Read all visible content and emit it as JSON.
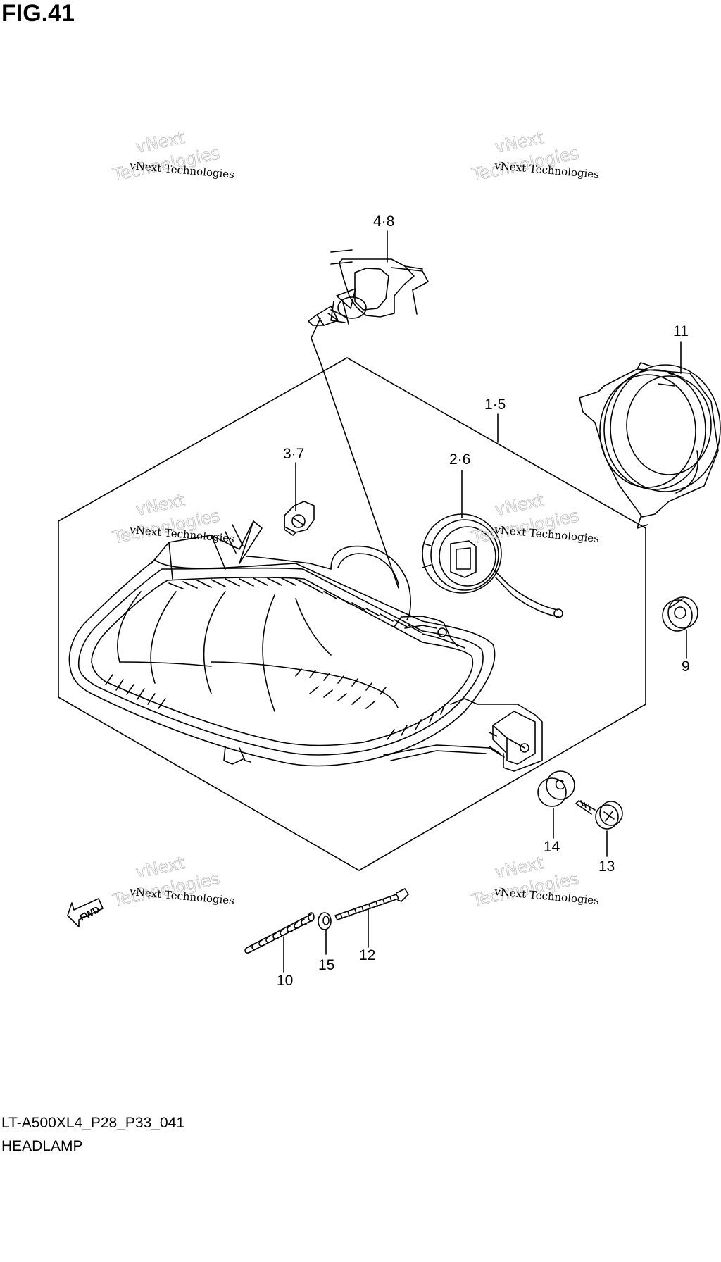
{
  "figure": {
    "title": "FIG.41",
    "model_code": "LT-A500XL4_P28_P33_041",
    "part_group": "HEADLAMP"
  },
  "watermark": {
    "line1": "vNext Technologies",
    "line2": "vNext",
    "line3": "Technologies"
  },
  "direction_arrow": {
    "text": "FWD"
  },
  "callouts": [
    {
      "id": "c-4-8",
      "text": "4·8"
    },
    {
      "id": "c-1-5",
      "text": "1·5"
    },
    {
      "id": "c-11",
      "text": "11"
    },
    {
      "id": "c-3-7",
      "text": "3·7"
    },
    {
      "id": "c-2-6",
      "text": "2·6"
    },
    {
      "id": "c-9",
      "text": "9"
    },
    {
      "id": "c-14",
      "text": "14"
    },
    {
      "id": "c-13",
      "text": "13"
    },
    {
      "id": "c-10",
      "text": "10"
    },
    {
      "id": "c-15",
      "text": "15"
    },
    {
      "id": "c-12",
      "text": "12"
    }
  ]
}
